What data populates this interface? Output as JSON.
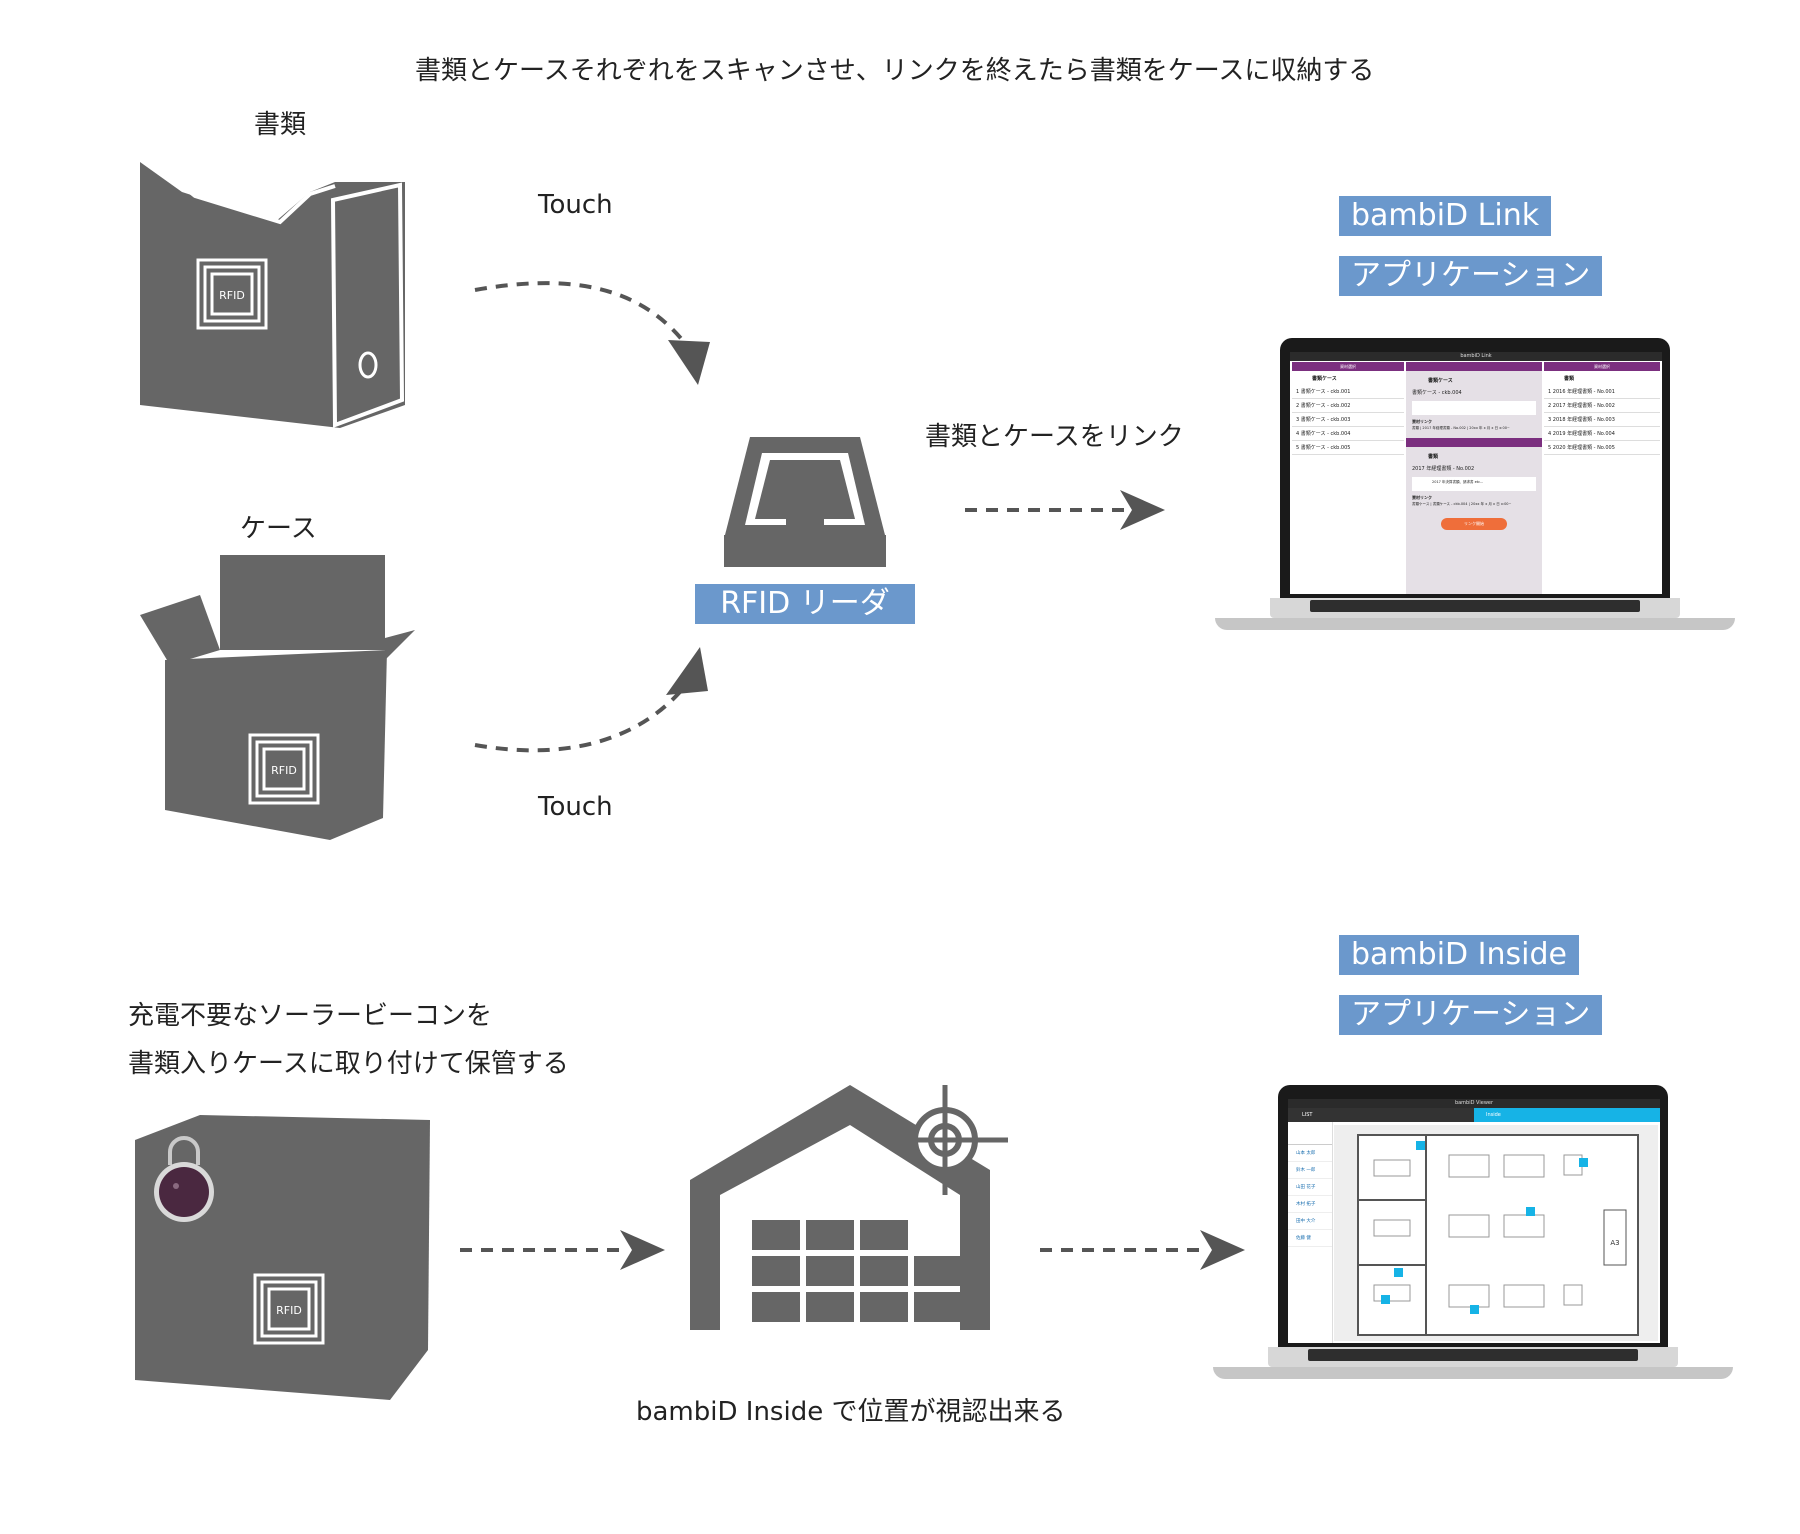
{
  "top": {
    "title": "書類とケースそれぞれをスキャンさせ、リンクを終えたら書類をケースに収納する",
    "document_label": "書類",
    "case_label": "ケース",
    "touch_top": "Touch",
    "touch_bottom": "Touch",
    "rfid_tag": "RFID",
    "reader_label": "RFID リーダ",
    "link_label": "書類とケースをリンク",
    "app_name": "bambiD Link",
    "app_suffix": "アプリケーション"
  },
  "link_app": {
    "window_title": "bambiD Link",
    "left_panel": {
      "header": "資材選択",
      "section": "書類ケース",
      "items": [
        "1  書類ケース - ckb.001",
        "2  書類ケース - ckb.002",
        "3  書類ケース - ckb.003",
        "4  書類ケース - ckb.004",
        "5  書類ケース - ckb.005"
      ]
    },
    "center_panel": {
      "section_case": "書類ケース",
      "case_value": "書類ケース - ckb.004",
      "link_caption": "資材リンク",
      "link_detail_case": "書類 | 2017 年経理書類 - No.002 | 20xx 年 x 月 x 日 x:00~",
      "section_doc": "書類",
      "doc_value": "2017 年経理書類 - No.002",
      "doc_note": "2017 年決算書類、請求書 etc...",
      "link_detail_doc": "書類ケース | 書類ケース - ckb.004 | 20xx 年 x 月 x 日 x:00~",
      "button": "リンク開始"
    },
    "right_panel": {
      "header": "資材選択",
      "section": "書類",
      "items": [
        "1  2016 年経理書類 - No.001",
        "2  2017 年経理書類 - No.002",
        "3  2018 年経理書類 - No.003",
        "4  2019 年経理書類 - No.004",
        "5  2020 年経理書類 - No.005"
      ]
    }
  },
  "bottom": {
    "caption_line1": "充電不要なソーラービーコンを",
    "caption_line2": "書類入りケースに取り付けて保管する",
    "rfid_tag": "RFID",
    "location_caption": "bambiD Inside で位置が視認出来る",
    "app_name": "bambiD Inside",
    "app_suffix": "アプリケーション"
  },
  "viewer_app": {
    "window_title": "bambiD Viewer",
    "tab_list": "LIST",
    "tab_inside": "Inside",
    "people": [
      "山本 太郎",
      "鈴木 一郎",
      "山田 花子",
      "木村 拓子",
      "田中 大介",
      "佐藤 健"
    ],
    "room_label": "A3"
  },
  "colors": {
    "icon_gray": "#666666",
    "label_blue": "#6b98cc",
    "app_purple": "#7b2f7f",
    "app_orange": "#ef6e3a",
    "viewer_cyan": "#16b3e6"
  }
}
